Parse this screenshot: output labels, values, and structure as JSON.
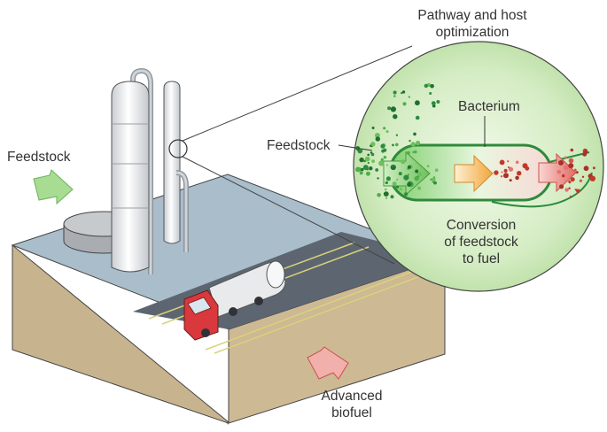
{
  "labels": {
    "pathway_line1": "Pathway and host",
    "pathway_line2": "optimization",
    "bacterium": "Bacterium",
    "feedstock_inset": "Feedstock",
    "feedstock_left": "Feedstock",
    "conversion_line1": "Conversion",
    "conversion_line2": "of feedstock",
    "conversion_line3": "to fuel",
    "biofuel_line1": "Advanced",
    "biofuel_line2": "biofuel"
  },
  "icons": {
    "feedstock_arrow": "green-arrow-icon",
    "biofuel_arrow": "red-arrow-icon",
    "truck": "tanker-truck-icon"
  },
  "colors": {
    "feedstock_green": "#8fcf7f",
    "fuel_red": "#d9534f",
    "conversion_orange": "#f5b041",
    "inset_green": "#c8e6b4",
    "truck_cab": "#d9383c",
    "ground_side": "#c9b896",
    "ground_top": "#9fb4c4",
    "road": "#5d6670"
  }
}
